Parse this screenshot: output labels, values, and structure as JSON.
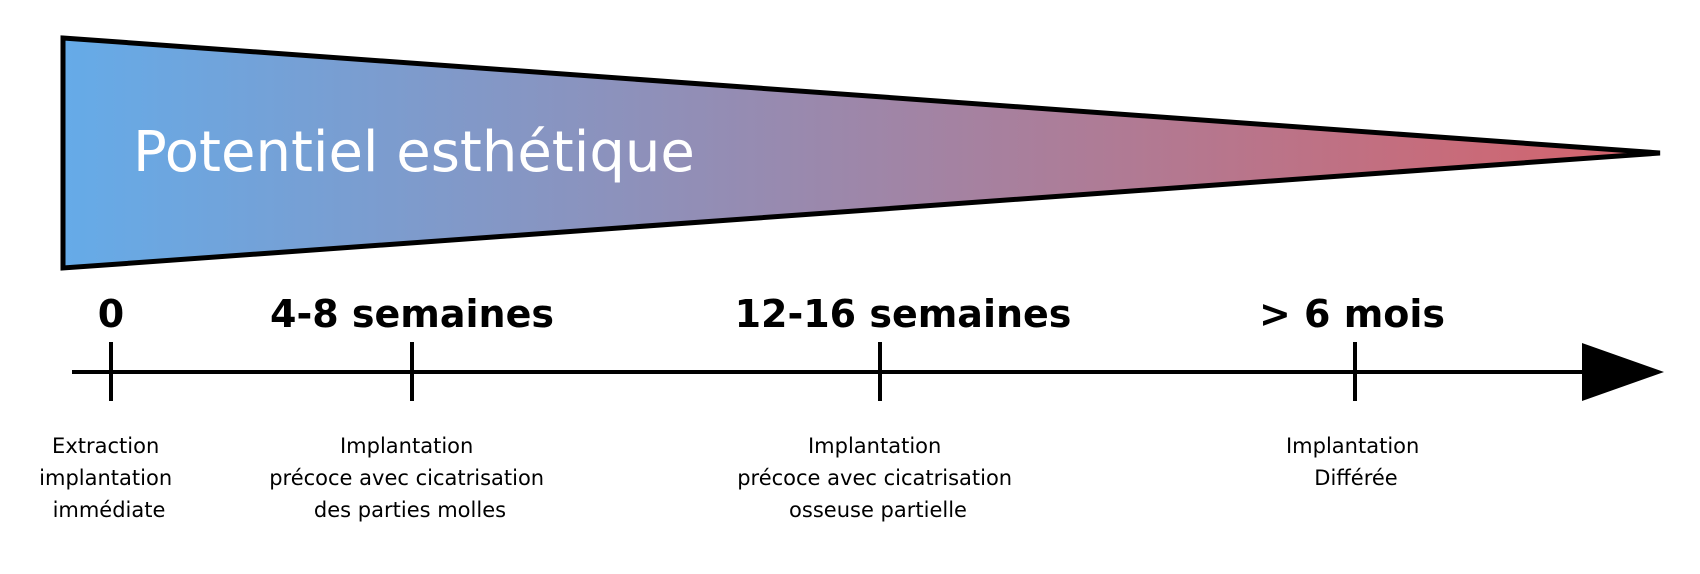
{
  "wedge": {
    "label": "Potentiel esthétique",
    "gradient_start": "#65abe8",
    "gradient_end": "#d6626a",
    "outline": "#000000"
  },
  "timeline": {
    "stages": [
      {
        "label": "0",
        "description": [
          "Extraction",
          "implantation",
          "immédiate"
        ]
      },
      {
        "label": "4-8 semaines",
        "description": [
          "Implantation",
          "précoce avec cicatrisation",
          "des parties molles"
        ]
      },
      {
        "label": "12-16 semaines",
        "description": [
          "Implantation",
          "précoce avec cicatrisation",
          "osseuse partielle"
        ]
      },
      {
        "label": "> 6 mois",
        "description": [
          "Implantation",
          "Différée"
        ]
      }
    ]
  }
}
